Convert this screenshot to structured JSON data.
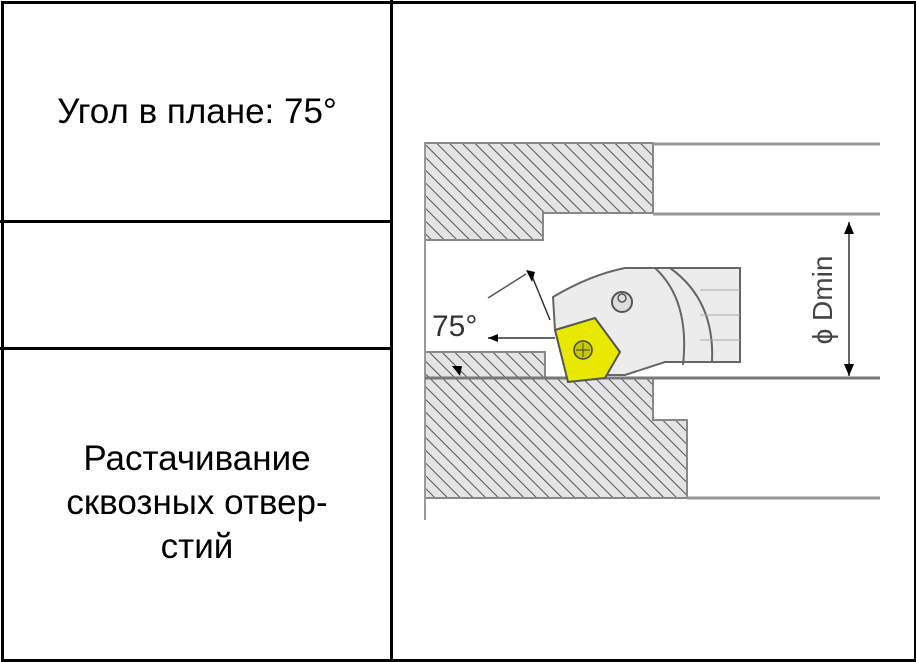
{
  "table": {
    "angle_label": "Угол в плане: 75°",
    "empty_cell": "",
    "operation_line1": "Растачивание",
    "operation_line2": "сквозных отвер-",
    "operation_line3": "стий"
  },
  "diagram": {
    "angle_text": "75°",
    "dimension_text": "ϕ Dmin",
    "insert_color": "#e8e800",
    "hatch_color": "#555555"
  }
}
